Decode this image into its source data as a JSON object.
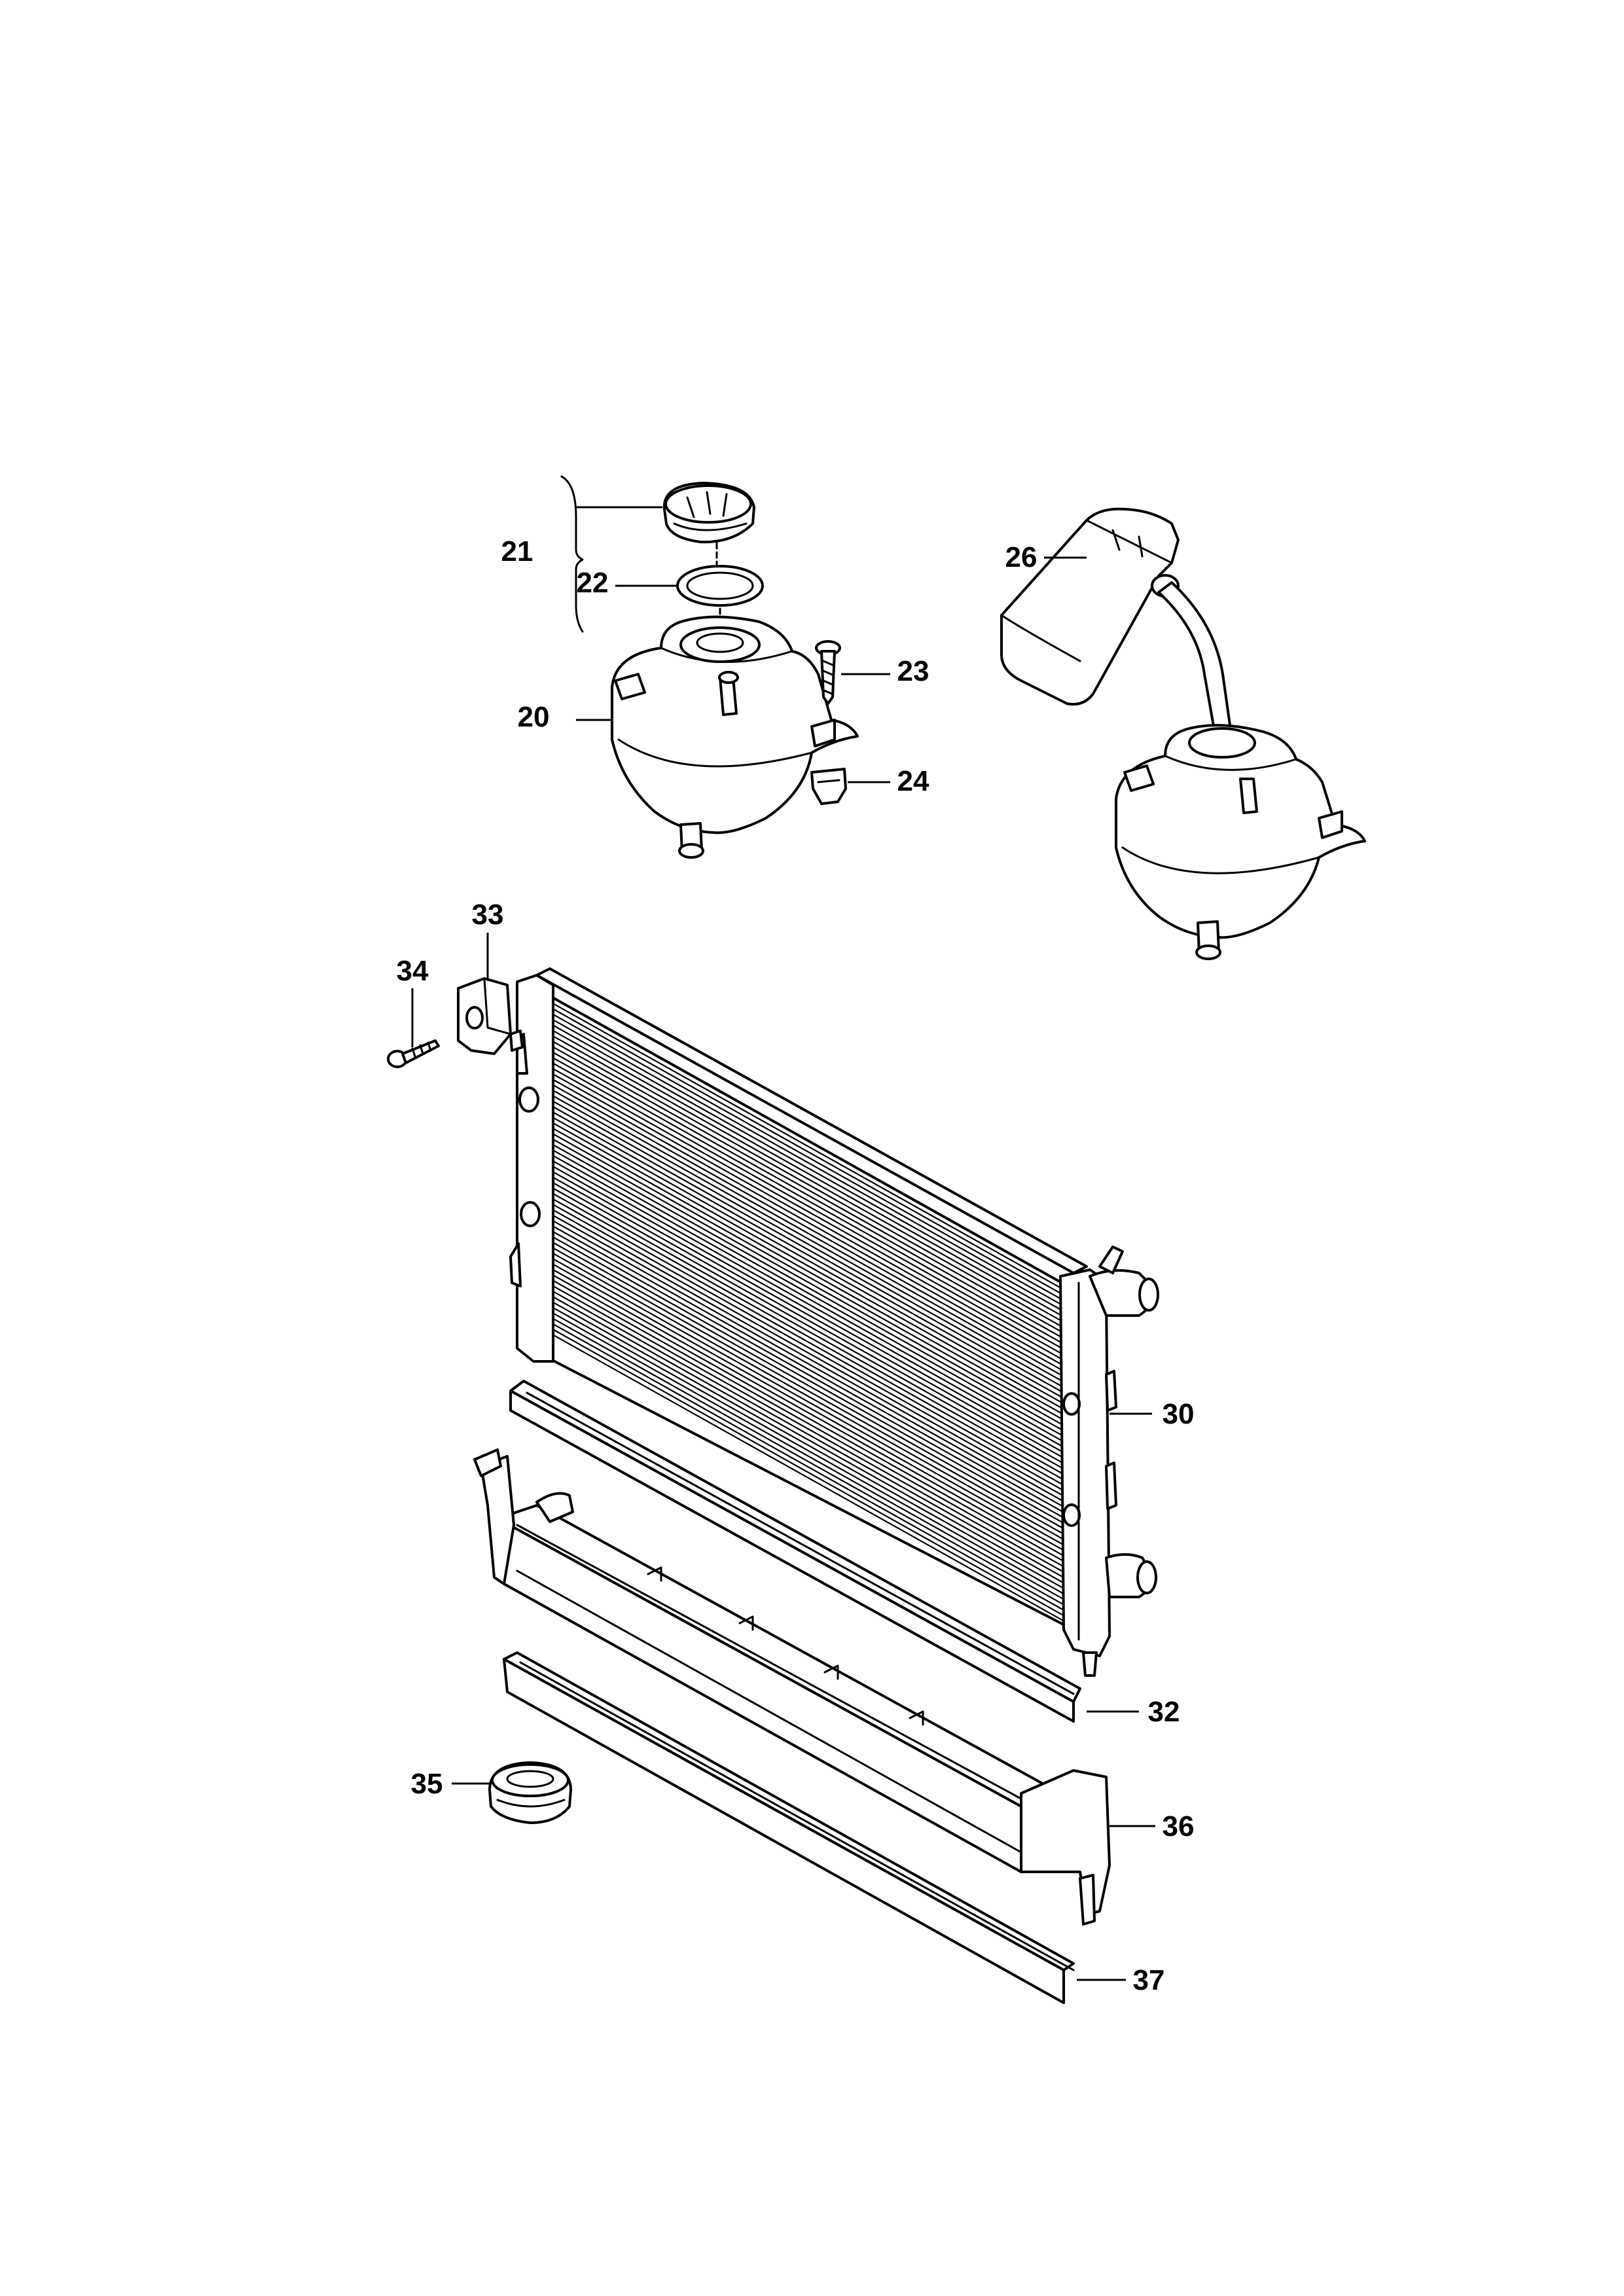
{
  "diagram": {
    "callouts": [
      {
        "id": "21",
        "label": "21"
      },
      {
        "id": "22",
        "label": "22"
      },
      {
        "id": "23",
        "label": "23"
      },
      {
        "id": "20",
        "label": "20"
      },
      {
        "id": "24",
        "label": "24"
      },
      {
        "id": "26",
        "label": "26"
      },
      {
        "id": "33",
        "label": "33"
      },
      {
        "id": "34",
        "label": "34"
      },
      {
        "id": "30",
        "label": "30"
      },
      {
        "id": "32",
        "label": "32"
      },
      {
        "id": "35",
        "label": "35"
      },
      {
        "id": "36",
        "label": "36"
      },
      {
        "id": "37",
        "label": "37"
      }
    ],
    "colors": {
      "line": "#000000",
      "background": "#ffffff"
    }
  }
}
